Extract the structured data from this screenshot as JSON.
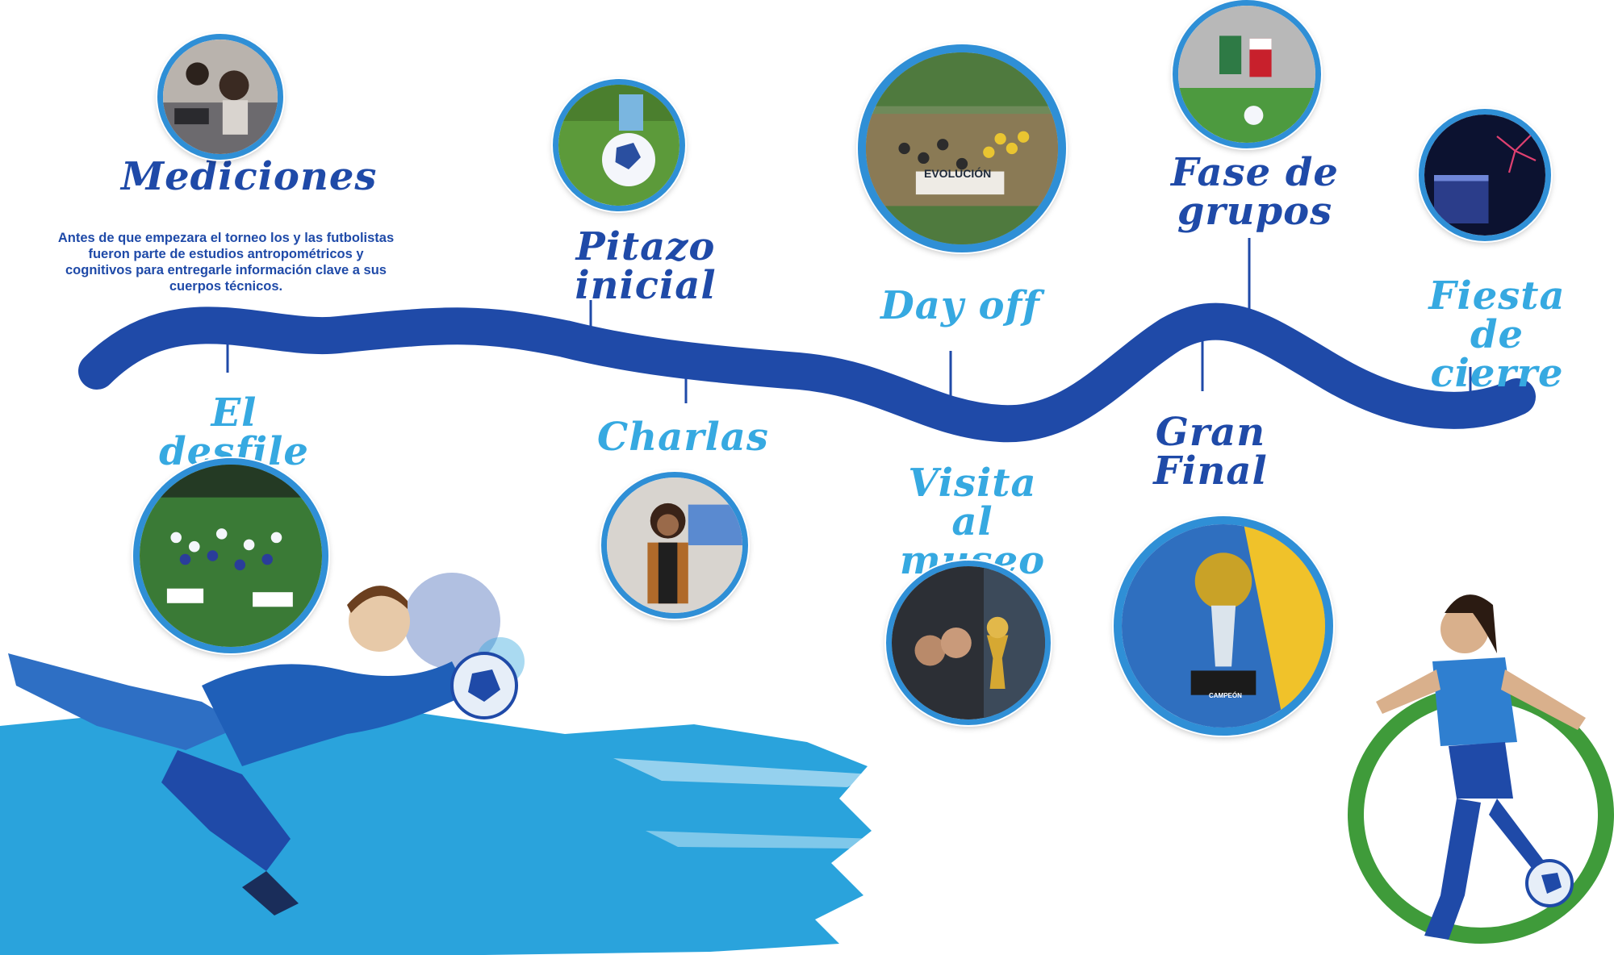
{
  "colors": {
    "dark_blue": "#1f4aa8",
    "light_blue": "#36a9e1",
    "wave": "#1f4aa8",
    "splash": "#2aa3dc",
    "green_ring": "#3f9b3a"
  },
  "timeline": {
    "mediciones": {
      "title": "Mediciones",
      "description": "Antes de que empezara el torneo los y las futbolistas fueron parte de estudios antropométricos y cognitivos para entregarle información clave a sus cuerpos técnicos."
    },
    "desfile": {
      "title": "El desfile"
    },
    "pitazo": {
      "title": "Pitazo\ninicial"
    },
    "charlas": {
      "title": "Charlas"
    },
    "dayoff": {
      "title": "Day off",
      "banner_text": "EVOLUCIÓN"
    },
    "museo": {
      "title": "Visita al\nmuseo"
    },
    "final": {
      "title": "Gran\nFinal",
      "trophy_label": "CAMPEÓN"
    },
    "grupos": {
      "title": "Fase de\ngrupos"
    },
    "cierre": {
      "title": "Fiesta\nde cierre"
    }
  }
}
